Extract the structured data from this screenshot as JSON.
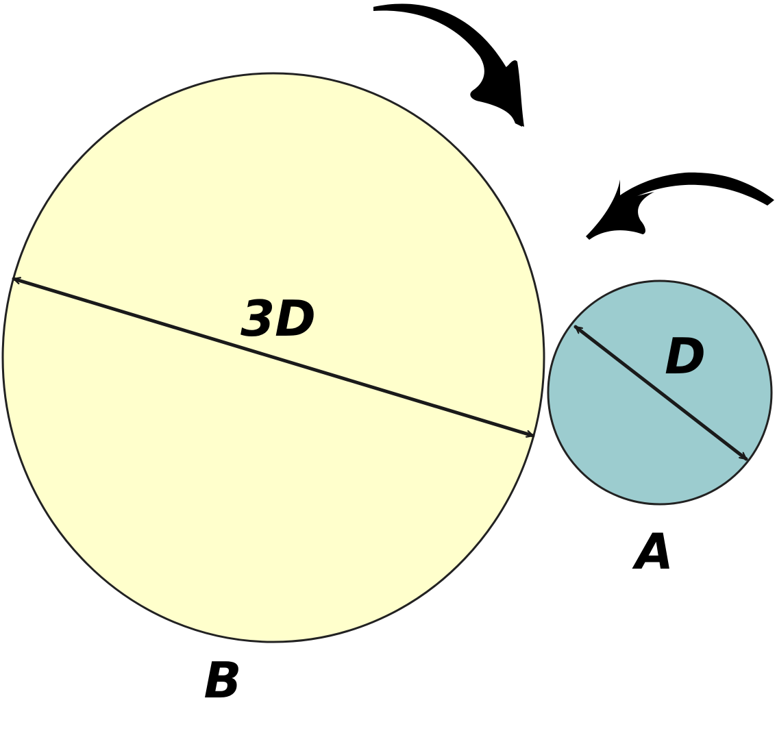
{
  "diagram": {
    "circle_b": {
      "label": "B",
      "diameter_label": "3D",
      "fill": "#ffffcc"
    },
    "circle_a": {
      "label": "A",
      "diameter_label": "D",
      "fill": "#9ccccf"
    },
    "colors": {
      "outline": "#222222",
      "arrow": "#000000"
    },
    "rotation_arrows": [
      "clockwise-arrow-icon",
      "counterclockwise-arrow-icon"
    ]
  }
}
